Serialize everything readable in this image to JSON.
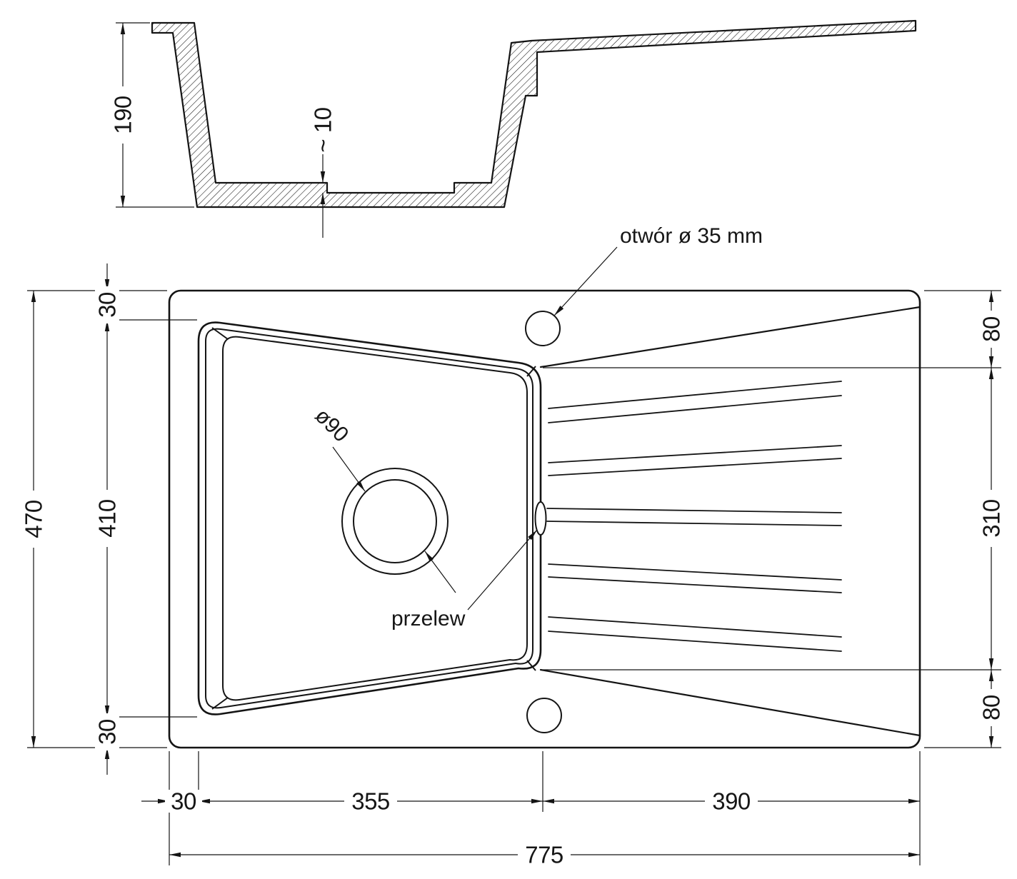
{
  "drawing": {
    "section": {
      "depth": "190",
      "bottom_thickness": "~ 10"
    },
    "plan": {
      "overall_height": "470",
      "basin_height": "410",
      "top_inset": "30",
      "bottom_inset": "30",
      "right_top": "80",
      "right_middle": "310",
      "right_bottom": "80",
      "left_inset": "30",
      "basin_width": "355",
      "drainer_width": "390",
      "overall_width": "775"
    },
    "callouts": {
      "faucet_hole": "otwór ø 35 mm",
      "overflow": "przelew",
      "drain_diameter": "ø90"
    }
  }
}
